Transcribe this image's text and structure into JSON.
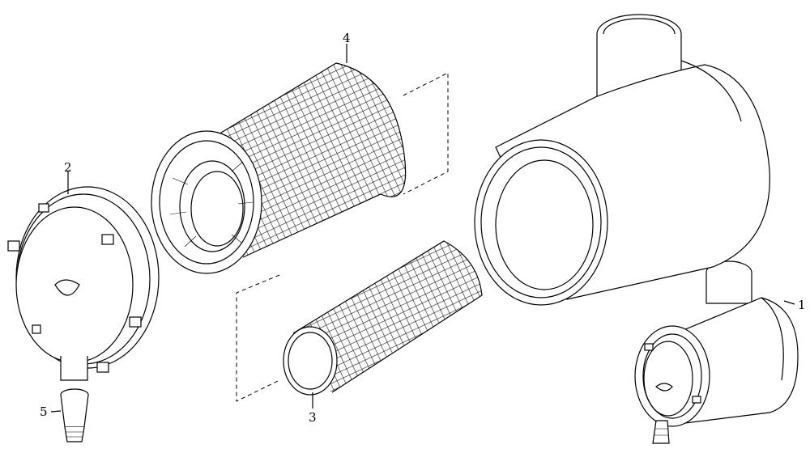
{
  "callouts": [
    {
      "id": "1",
      "text": "1"
    },
    {
      "id": "2",
      "text": "2"
    },
    {
      "id": "3",
      "text": "3"
    },
    {
      "id": "4",
      "text": "4"
    },
    {
      "id": "5",
      "text": "5"
    }
  ],
  "colors": {
    "line": "#000000",
    "background": "#ffffff"
  }
}
